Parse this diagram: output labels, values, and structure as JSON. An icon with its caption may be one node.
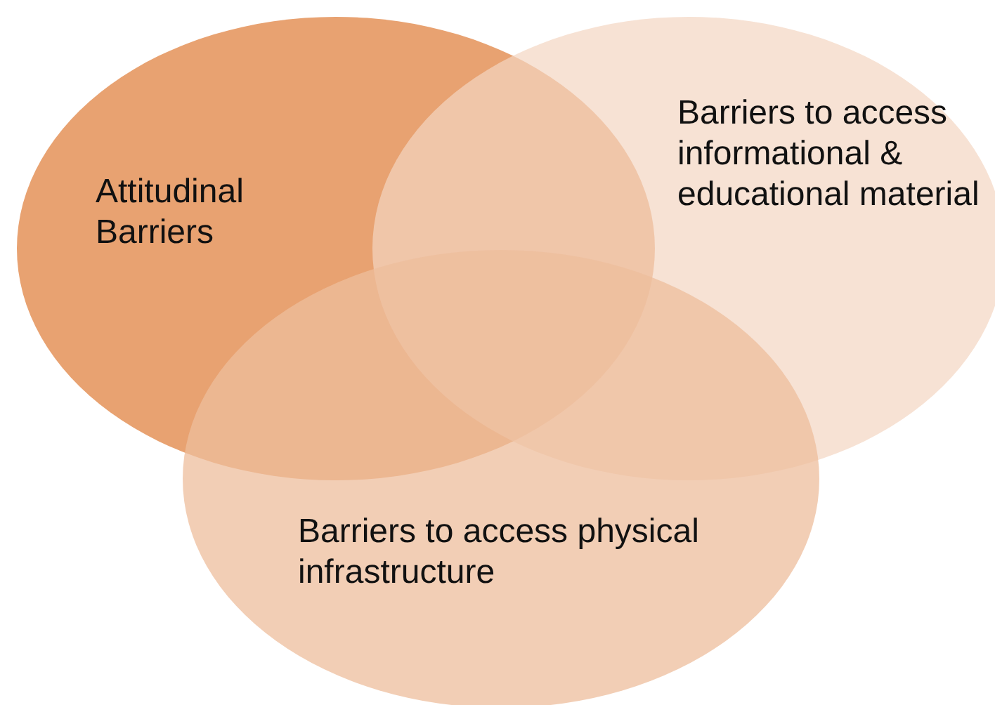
{
  "diagram": {
    "nodes": [
      {
        "text": [
          "Attitudinal Barriers"
        ]
      },
      {
        "text": [
          "Barriers to access informational & educational material"
        ]
      },
      {
        "text": [
          "Barriers to access physical infrastructure"
        ]
      }
    ]
  }
}
